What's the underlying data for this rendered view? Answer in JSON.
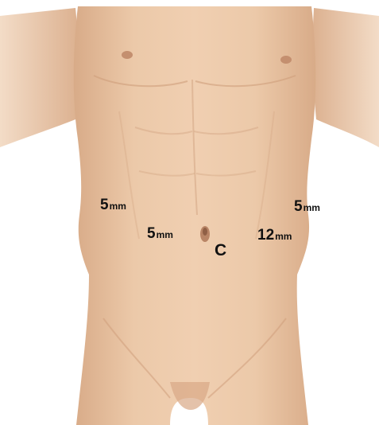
{
  "figure": {
    "skin_color": "#e9c4a3",
    "skin_shadow": "#cf9f7c",
    "text_color": "#111111"
  },
  "ports": [
    {
      "id": "left-upper",
      "value": "5",
      "unit": "mm"
    },
    {
      "id": "left-lower",
      "value": "5",
      "unit": "mm"
    },
    {
      "id": "camera",
      "value": "C"
    },
    {
      "id": "right-lower",
      "value": "12",
      "unit": "mm"
    },
    {
      "id": "right-upper",
      "value": "5",
      "unit": "mm"
    }
  ]
}
